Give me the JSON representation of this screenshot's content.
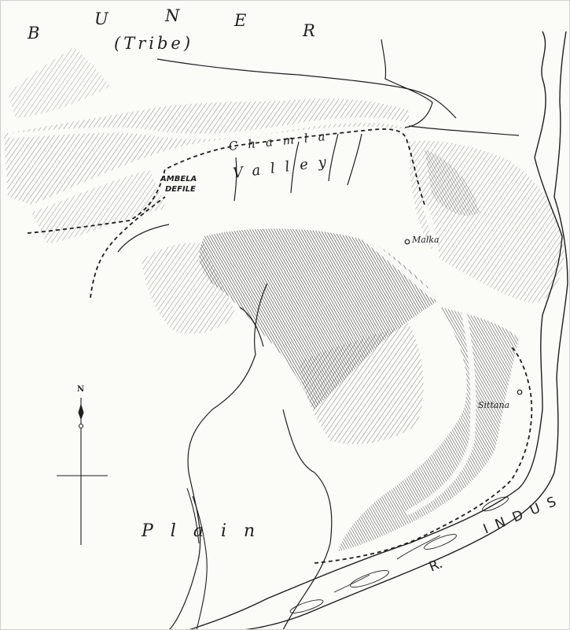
{
  "map": {
    "region_letters": [
      "B",
      "U",
      "N",
      "E",
      "R"
    ],
    "tribe_label": "(Tribe)",
    "valley_word_1": "Chamla",
    "valley_word_2": "Valley",
    "defile_line1": "AMBELA",
    "defile_line2": "DEFILE",
    "village_1": "Malka",
    "village_2": "Sittana",
    "plain_label": "Plain",
    "river_letter_r": "R.",
    "river_name": "INDUS",
    "north_letter": "N"
  },
  "colors": {
    "ink": "#1e1e1e",
    "paper": "#fbfbf8",
    "hill_shade": "#6b6b6b"
  },
  "icons": [
    "north-arrow-icon",
    "village-marker-icon"
  ]
}
